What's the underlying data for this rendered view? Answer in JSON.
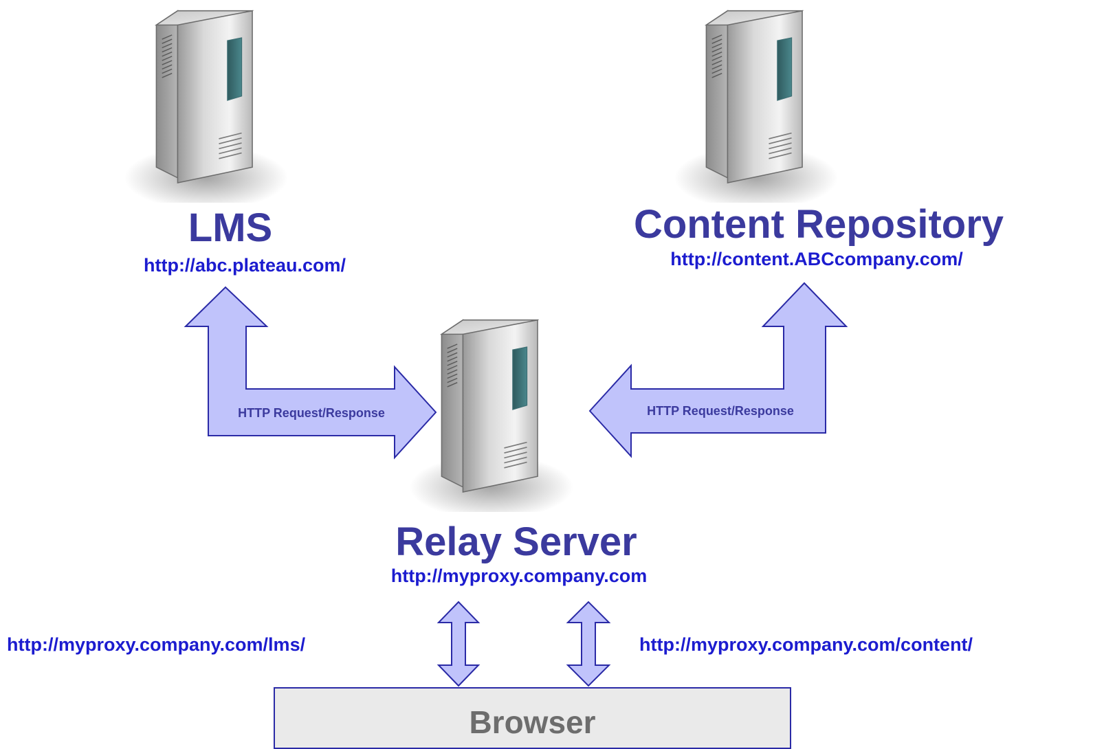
{
  "colors": {
    "arrow_fill": "#c0c3fb",
    "arrow_stroke": "#2a2aa6",
    "title_text": "#3b3a9e",
    "url_text": "#1c1ccf",
    "browser_fill": "#eaeaea",
    "browser_text": "#6d6d6d"
  },
  "nodes": {
    "lms": {
      "icon": "server-tower-icon",
      "title": "LMS",
      "url": "http://abc.plateau.com/"
    },
    "content_repository": {
      "icon": "server-tower-icon",
      "title": "Content Repository",
      "url": "http://content.ABCcompany.com/"
    },
    "relay_server": {
      "icon": "server-tower-icon",
      "title": "Relay Server",
      "url": "http://myproxy.company.com"
    },
    "browser": {
      "label": "Browser"
    }
  },
  "connections": {
    "lms_relay_label": "HTTP Request/Response",
    "content_relay_label": "HTTP Request/Response",
    "browser_lms_path": "http://myproxy.company.com/lms/",
    "browser_content_path": "http://myproxy.company.com/content/"
  }
}
